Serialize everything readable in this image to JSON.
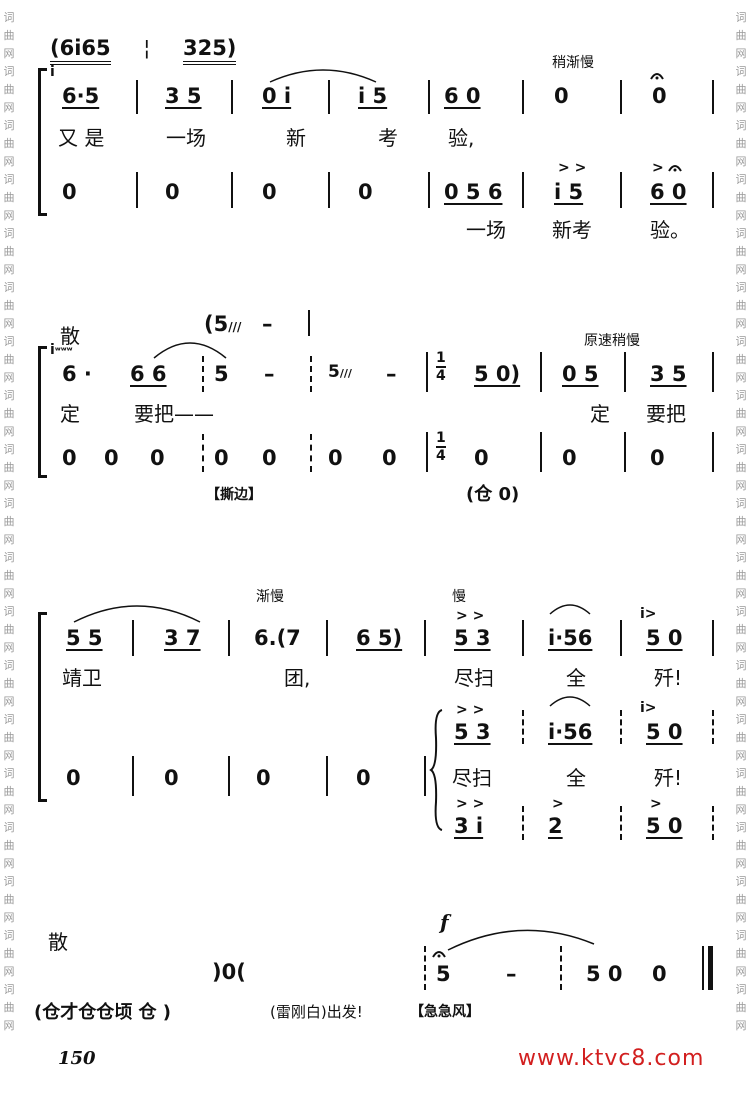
{
  "watermark": {
    "char1": "词",
    "char2": "曲",
    "char3": "网",
    "site": "www.ktvc8.com"
  },
  "page_number": "150",
  "system1": {
    "intro": "(6i65 | 325)",
    "intro_a": "(6i65",
    "intro_b": "325)",
    "tempo": "稍渐慢",
    "upper_notes": [
      "6·5",
      "3 5",
      "0 i",
      "i 5",
      "6 0",
      "0",
      "0"
    ],
    "upper_lyrics": [
      "又 是",
      "一场",
      "新",
      "考",
      "验,"
    ],
    "lower_notes": [
      "0",
      "0",
      "0",
      "0",
      "0 5 6",
      "i 5",
      "6 0"
    ],
    "lower_lyrics": [
      "一场",
      "新考",
      "验。"
    ]
  },
  "system2": {
    "tempo_free": "散",
    "tempo2": "原速稍慢",
    "trill_note": "(5",
    "dash": "–",
    "upper_notes": [
      "6 ·",
      "6 6",
      "5",
      "–",
      "5",
      "–",
      "5 0)",
      "0 5",
      "3 5"
    ],
    "time_sig_top": "1",
    "time_sig_bottom": "4",
    "upper_lyrics": [
      "定",
      "要把——",
      "定",
      "要把"
    ],
    "lower_notes": [
      "0",
      "0",
      "0",
      "0",
      "0",
      "0",
      "0",
      "0",
      "0",
      "0"
    ],
    "percussion_tag": "【撕边】",
    "percussion_note": "(仓 0)"
  },
  "system3": {
    "tempo1": "渐慢",
    "tempo2": "慢",
    "upper_notes": [
      "5 5",
      "3 7",
      "6.(7",
      "6 5)",
      "5 3",
      "i·56",
      "5 0"
    ],
    "upper_lyrics": [
      "靖卫",
      "团,",
      "尽扫",
      "全",
      "歼!"
    ],
    "lower_notes": [
      "0",
      "0",
      "0",
      "0"
    ],
    "split_upper_notes": [
      "5 3",
      "i·56",
      "5 0"
    ],
    "split_lyrics": [
      "尽扫",
      "全",
      "歼!"
    ],
    "split_lower_notes": [
      "3 i",
      "2",
      "5 0"
    ]
  },
  "system4": {
    "tempo_free": "散",
    "dynamic": "f",
    "paren_mark": ")0(",
    "notes": [
      "5",
      "–",
      "5 0",
      "0"
    ],
    "percussion_line": "(仓才仓仓顷   仓   )",
    "speech": "(雷刚白)出发!",
    "tag": "【急急风】"
  }
}
